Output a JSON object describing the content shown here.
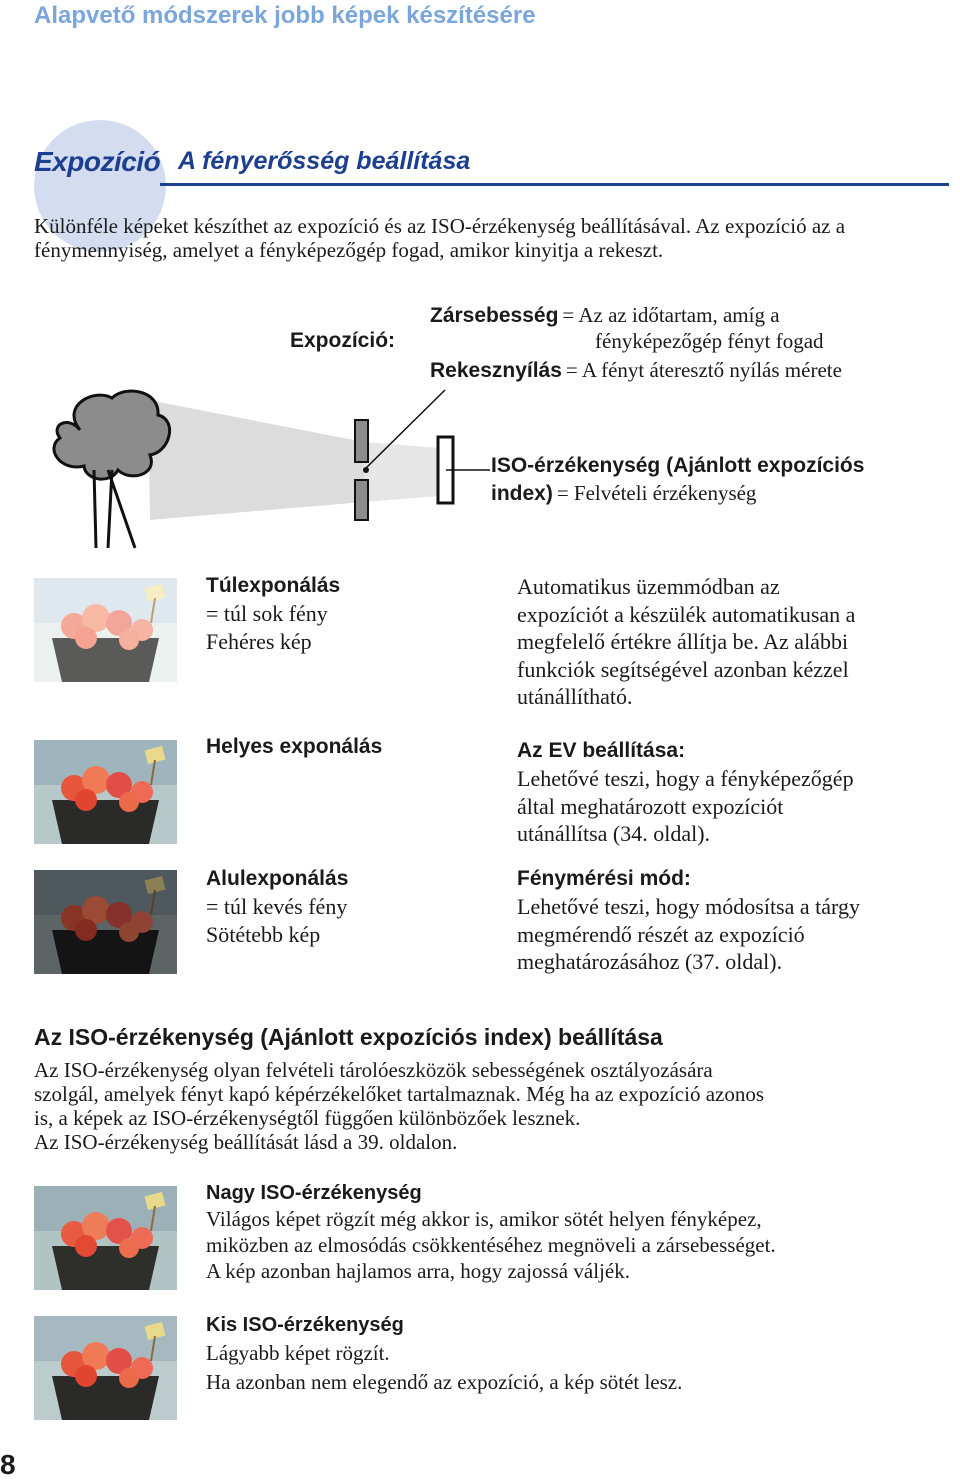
{
  "header": {
    "title": "Alapvető módszerek jobb képek készítésére"
  },
  "section": {
    "label": "Expozíció",
    "title": "A fényerősség beállítása"
  },
  "intro": "Különféle képeket készíthet az expozíció és az ISO-érzékenység beállításával. Az expozíció az a fénymennyiség, amelyet a fényképezőgép fogad, amikor kinyitja a rekeszt.",
  "diagram": {
    "exposure_label": "Expozíció:",
    "shutter_term": "Zársebesség",
    "shutter_def_1": "= Az az időtartam, amíg a",
    "shutter_def_2": "fényképezőgép fényt fogad",
    "aperture_term": "Rekesznyílás",
    "aperture_def": "= A fényt áteresztő nyílás mérete",
    "iso_term_1": "ISO-érzékenység (Ajánlott expozíciós",
    "iso_term_2": "index)",
    "iso_def": "= Felvételi érzékenység"
  },
  "exposure_examples": [
    {
      "title": "Túlexponálás",
      "line1": "= túl sok fény",
      "line2": "Fehéres kép"
    },
    {
      "title": "Helyes exponálás",
      "line1": "",
      "line2": ""
    },
    {
      "title": "Alulexponálás",
      "line1": "= túl kevés fény",
      "line2": "Sötétebb kép"
    }
  ],
  "right_column": {
    "auto_text": [
      "Automatikus üzemmódban az",
      "expozíciót a készülék automatikusan a",
      "megfelelő értékre állítja be. Az alábbi",
      "funkciók segítségével azonban kézzel",
      "utánállítható."
    ],
    "ev_title": "Az EV beállítása:",
    "ev_text": [
      "Lehetővé teszi, hogy a fényképezőgép",
      "által meghatározott expozíciót",
      "utánállítsa (34. oldal)."
    ],
    "metering_title": "Fénymérési mód:",
    "metering_text": [
      "Lehetővé teszi, hogy módosítsa a tárgy",
      "megmérendő részét az expozíció",
      "meghatározásához (37. oldal)."
    ]
  },
  "iso_section": {
    "heading": "Az ISO-érzékenység (Ajánlott expozíciós index) beállítása",
    "text": [
      "Az ISO-érzékenység olyan felvételi tárolóeszközök sebességének osztályozására",
      "szolgál, amelyek fényt kapó képérzékelőket tartalmaznak. Még ha az expozíció azonos",
      "is, a képek az ISO-érzékenységtől függően különbözőek lesznek.",
      "Az ISO-érzékenység beállítását lásd a 39. oldalon."
    ],
    "high_title": "Nagy ISO-érzékenység",
    "high_text": [
      "Világos képet rögzít még akkor is, amikor sötét helyen fényképez,",
      "miközben az elmosódás csökkentéséhez megnöveli a zársebességet.",
      "A kép azonban hajlamos arra, hogy zajossá váljék."
    ],
    "low_title": "Kis ISO-érzékenység",
    "low_text": [
      "Lágyabb képet rögzít.",
      "Ha azonban nem elegendő az expozíció, a kép sötét lesz."
    ]
  },
  "page_number": "8",
  "colors": {
    "header": "#7ba6db",
    "section": "#1d3f8f",
    "circle": "#d4ddf0",
    "diagram_gray": "#8c8c8c",
    "beam": "#dcdcdc"
  }
}
